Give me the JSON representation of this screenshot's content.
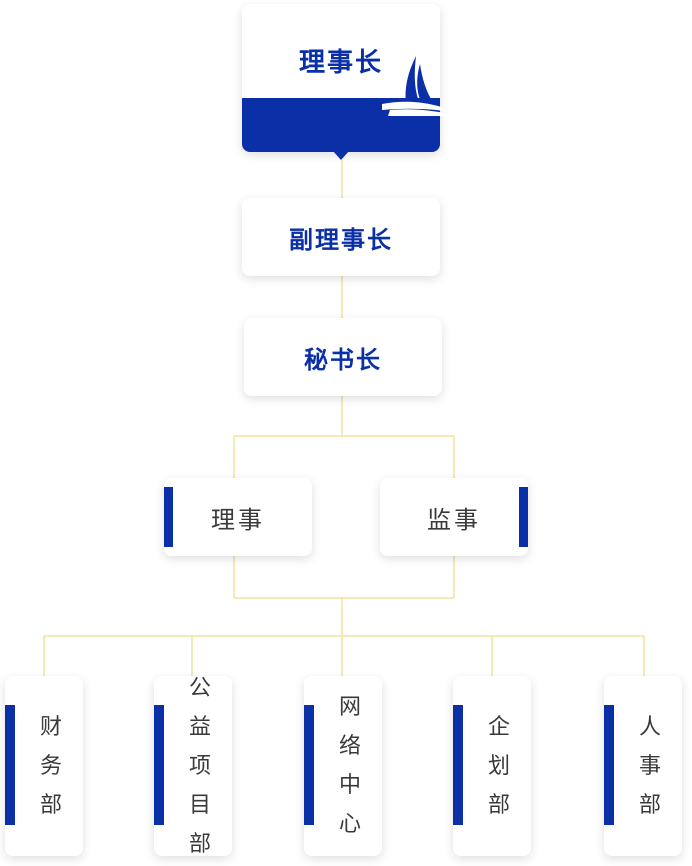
{
  "chairman": {
    "label": "理事长"
  },
  "vice_chairman": {
    "label": "副理事长"
  },
  "secretary_general": {
    "label": "秘书长"
  },
  "directors": {
    "label": "理事"
  },
  "supervisors": {
    "label": "监事"
  },
  "departments": [
    {
      "label": "财务部"
    },
    {
      "label": "公益项目部"
    },
    {
      "label": "网络中心"
    },
    {
      "label": "企划部"
    },
    {
      "label": "人事部"
    }
  ],
  "colors": {
    "accent": "#0a2fa6",
    "connector": "#f1e4a3",
    "text": "#3a3a3a"
  },
  "icons": {
    "chairman_logo": "sailboat-logo-icon"
  }
}
